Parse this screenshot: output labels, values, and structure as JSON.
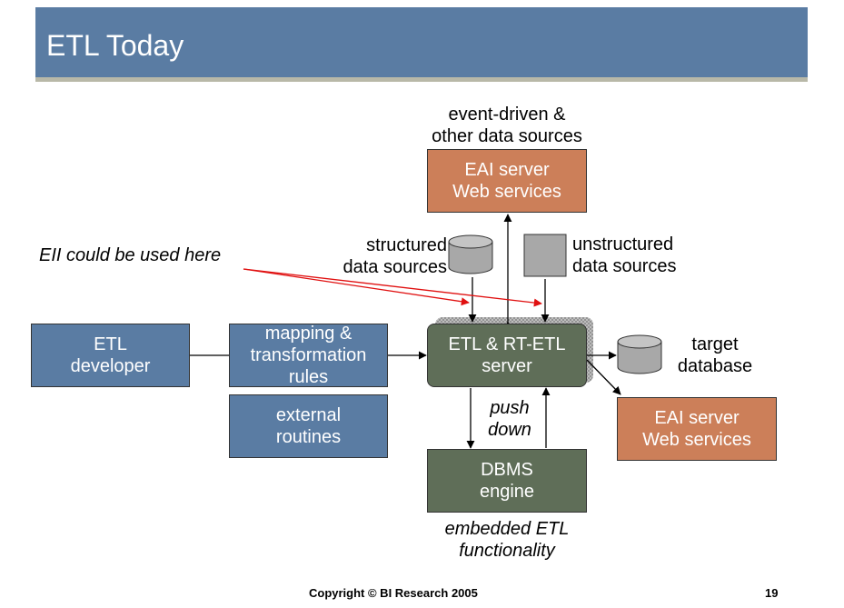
{
  "slide": {
    "title": "ETL Today",
    "page_number": "19",
    "copyright": "Copyright © BI Research 2005"
  },
  "diagram": {
    "eai_top": "EAI server\nWeb services",
    "event_sources": "event-driven &\nother data sources",
    "structured": "structured\ndata sources",
    "unstructured": "unstructured\ndata sources",
    "eii_note": "EII could be used here",
    "etl_developer": "ETL\ndeveloper",
    "mapping_rules": "mapping &\ntransformation\nrules",
    "external_routines": "external\nroutines",
    "etl_server": "ETL & RT-ETL\nserver",
    "target_db": "target\ndatabase",
    "eai_right": "EAI server\nWeb services",
    "push_down": "push\ndown",
    "dbms_engine": "DBMS\nengine",
    "embedded": "embedded ETL\nfunctionality"
  }
}
